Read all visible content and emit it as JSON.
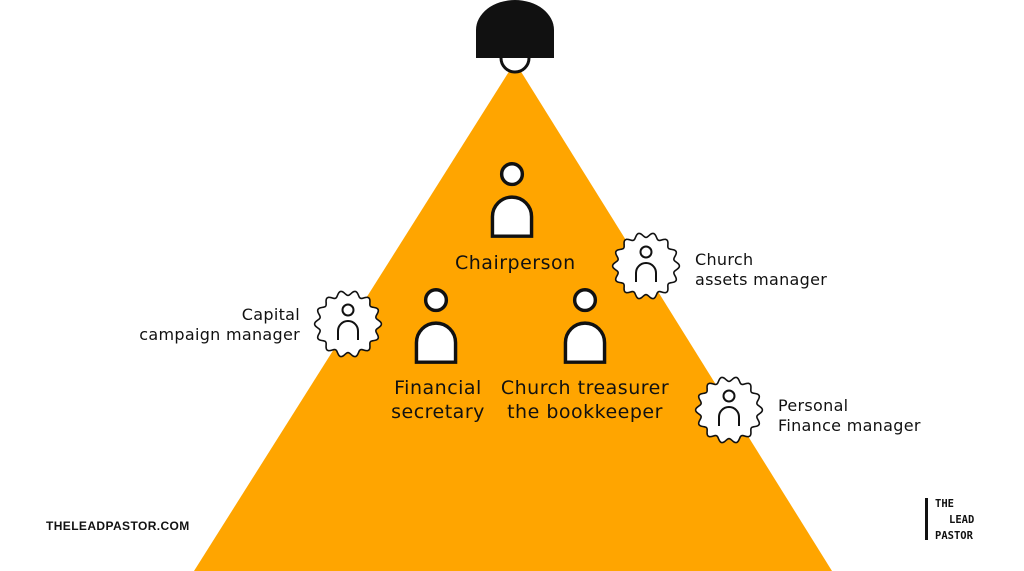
{
  "colors": {
    "pyramid": "#FFA500",
    "ink": "#111111",
    "background": "#ffffff",
    "badge_fill": "#ffffff"
  },
  "diagram": {
    "inner_roles": [
      {
        "id": "chairperson",
        "lines": [
          "Chairperson"
        ],
        "icon": "person-icon"
      },
      {
        "id": "financial-secretary",
        "lines": [
          "Financial",
          "secretary"
        ],
        "icon": "person-icon"
      },
      {
        "id": "church-treasurer",
        "lines": [
          "Church treasurer",
          "the bookkeeper"
        ],
        "icon": "person-icon"
      }
    ],
    "outer_roles": [
      {
        "id": "capital-campaign-manager",
        "lines": [
          "Capital",
          "campaign manager"
        ],
        "icon": "person-badge-icon"
      },
      {
        "id": "church-assets-manager",
        "lines": [
          "Church",
          "assets manager"
        ],
        "icon": "person-badge-icon"
      },
      {
        "id": "personal-finance-manager",
        "lines": [
          "Personal",
          "Finance manager"
        ],
        "icon": "person-badge-icon"
      }
    ],
    "lamp_icon": "spotlight-lamp-icon"
  },
  "footer": {
    "website": "THELEADPASTOR.COM",
    "brand_lines": [
      "THE",
      "LEAD",
      "PASTOR"
    ]
  }
}
